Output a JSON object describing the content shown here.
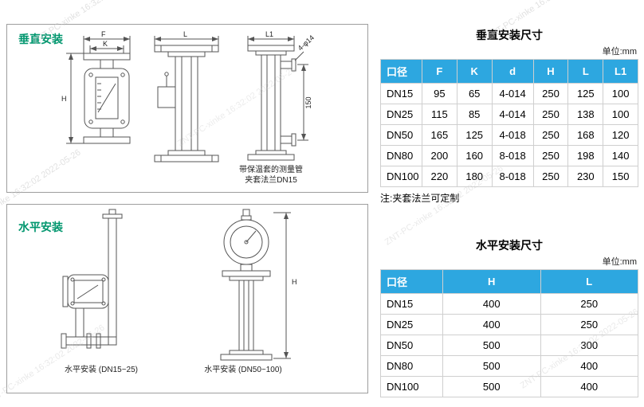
{
  "colors": {
    "accent_green": "#00966e",
    "table_header_blue": "#2da7e0"
  },
  "watermark": {
    "text": "ZNT-PC-xinke 16:32:02 2022-05-26"
  },
  "vertical_panel": {
    "title": "垂直安装",
    "labels": {
      "F": "F",
      "K": "K",
      "H": "H",
      "L": "L",
      "L1": "L1",
      "dim150": "150",
      "bolt": "4-φ14"
    },
    "caption_line1": "带保温套的测量管",
    "caption_line2": "夹套法兰DN15"
  },
  "horizontal_panel": {
    "title": "水平安装",
    "labels": {
      "H": "H"
    },
    "caption_left": "水平安装 (DN15~25)",
    "caption_right": "水平安装 (DN50~100)"
  },
  "vertical_table": {
    "title": "垂直安装尺寸",
    "unit": "单位:mm",
    "headers": [
      "口径",
      "F",
      "K",
      "d",
      "H",
      "L",
      "L1"
    ],
    "rows": [
      [
        "DN15",
        "95",
        "65",
        "4-014",
        "250",
        "125",
        "100"
      ],
      [
        "DN25",
        "115",
        "85",
        "4-014",
        "250",
        "138",
        "100"
      ],
      [
        "DN50",
        "165",
        "125",
        "4-018",
        "250",
        "168",
        "120"
      ],
      [
        "DN80",
        "200",
        "160",
        "8-018",
        "250",
        "198",
        "140"
      ],
      [
        "DN100",
        "220",
        "180",
        "8-018",
        "250",
        "230",
        "150"
      ]
    ],
    "note": "注:夹套法兰可定制"
  },
  "horizontal_table": {
    "title": "水平安装尺寸",
    "unit": "单位:mm",
    "headers": [
      "口径",
      "H",
      "L"
    ],
    "rows": [
      [
        "DN15",
        "400",
        "250"
      ],
      [
        "DN25",
        "400",
        "250"
      ],
      [
        "DN50",
        "500",
        "300"
      ],
      [
        "DN80",
        "500",
        "400"
      ],
      [
        "DN100",
        "500",
        "400"
      ]
    ]
  }
}
